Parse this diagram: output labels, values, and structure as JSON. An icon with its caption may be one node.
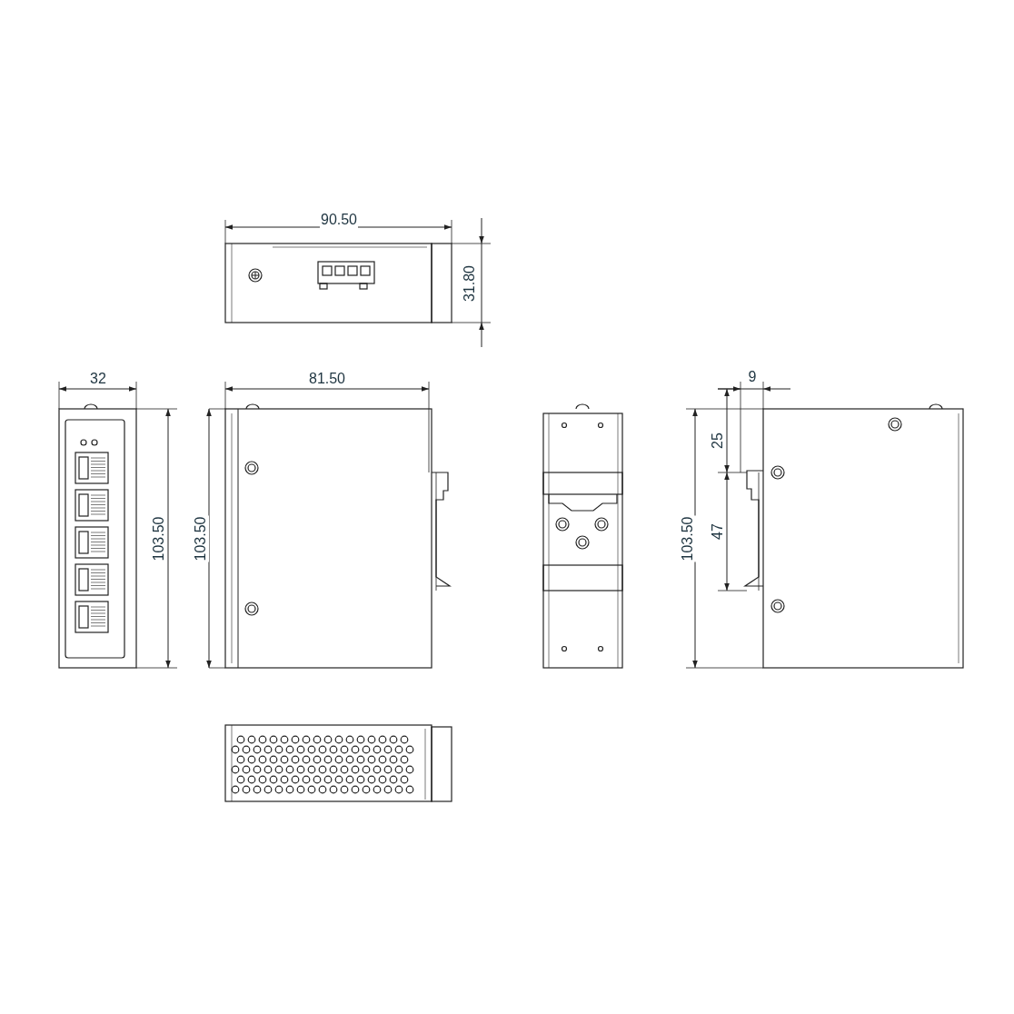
{
  "diagram": {
    "labels": [
      "90.50",
      "31.80",
      "32",
      "81.50",
      "9",
      "25",
      "103.50",
      "103.50",
      "47",
      "103.50"
    ]
  }
}
